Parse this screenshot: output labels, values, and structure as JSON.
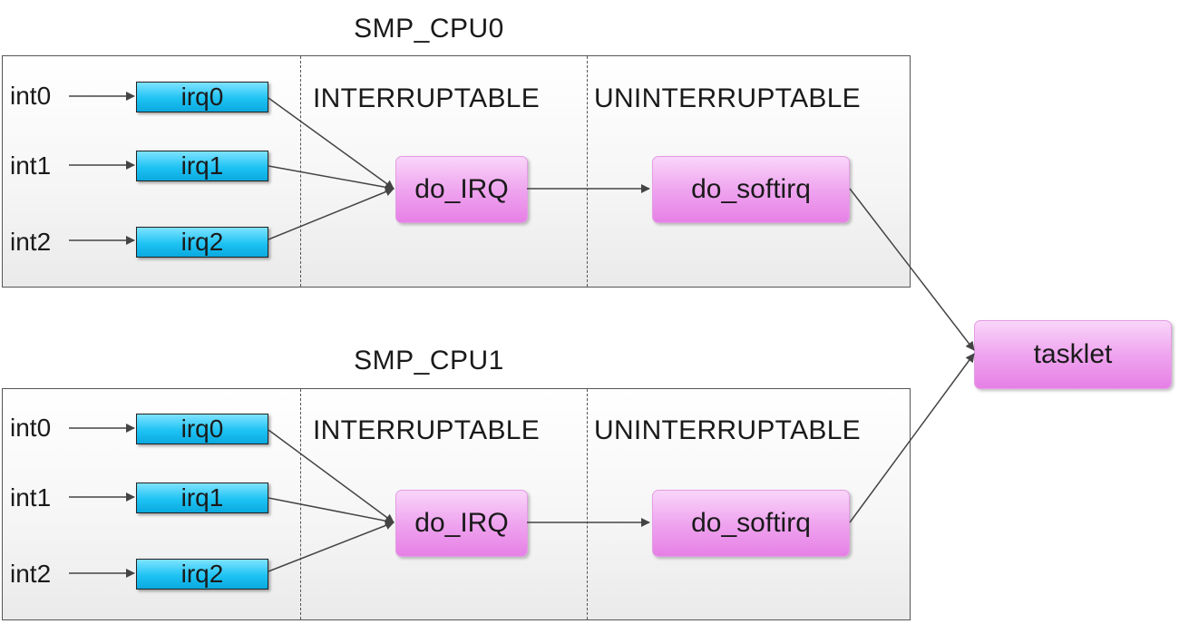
{
  "cpus": [
    {
      "title": "SMP_CPU0",
      "zones": [
        "INTERRUPTABLE",
        "UNINTERRUPTABLE"
      ],
      "interrupts": [
        {
          "int": "int0",
          "irq": "irq0"
        },
        {
          "int": "int1",
          "irq": "irq1"
        },
        {
          "int": "int2",
          "irq": "irq2"
        }
      ],
      "handler": "do_IRQ",
      "softirq": "do_softirq"
    },
    {
      "title": "SMP_CPU1",
      "zones": [
        "INTERRUPTABLE",
        "UNINTERRUPTABLE"
      ],
      "interrupts": [
        {
          "int": "int0",
          "irq": "irq0"
        },
        {
          "int": "int1",
          "irq": "irq1"
        },
        {
          "int": "int2",
          "irq": "irq2"
        }
      ],
      "handler": "do_IRQ",
      "softirq": "do_softirq"
    }
  ],
  "tasklet": "tasklet",
  "colors": {
    "irq_fill": "#1ec3f4",
    "handler_fill": "#efa5ef",
    "line": "#444444"
  }
}
